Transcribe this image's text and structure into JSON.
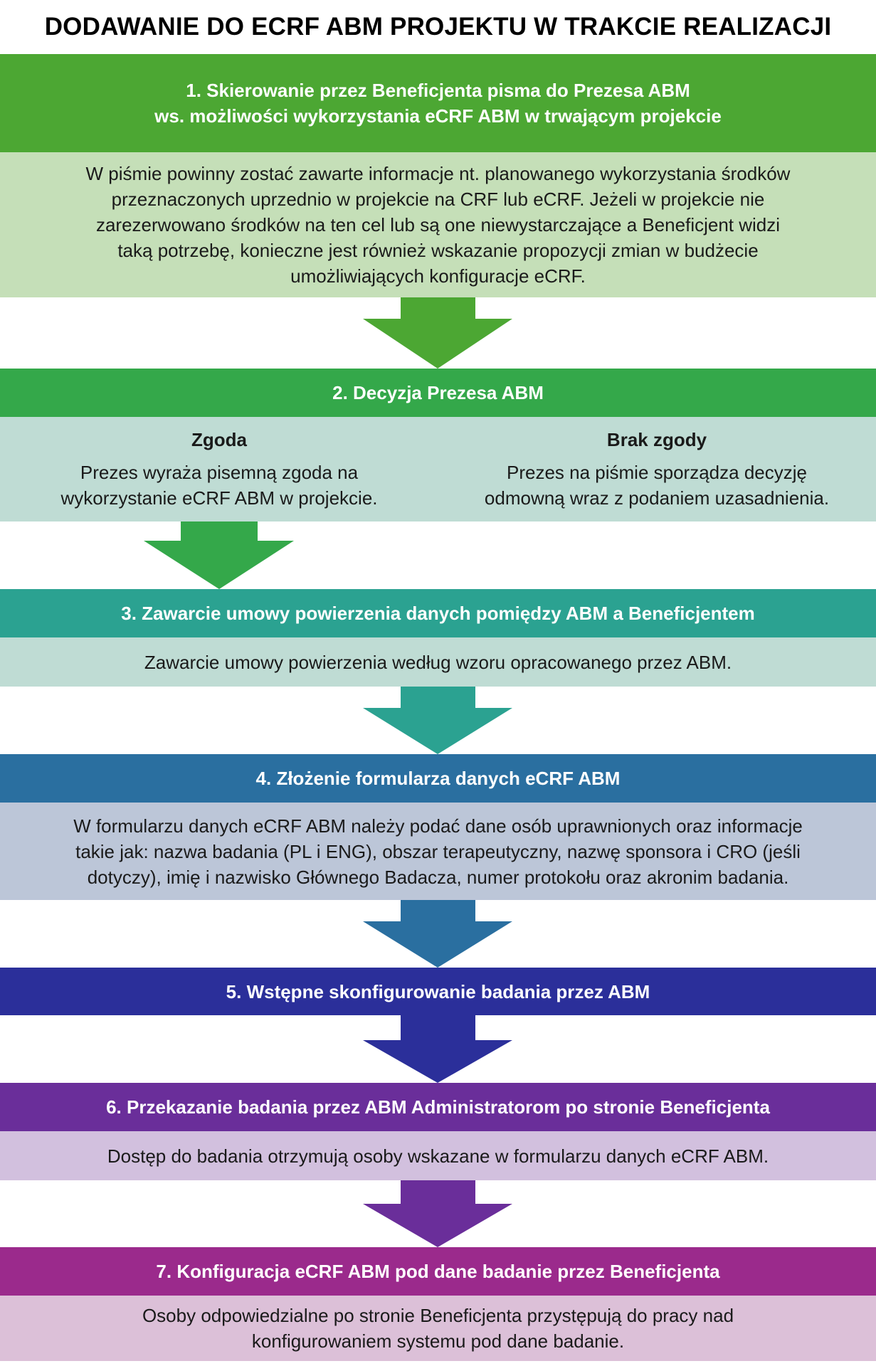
{
  "title": "DODAWANIE DO ECRF ABM PROJEKTU W TRAKCIE REALIZACJI",
  "colors": {
    "step1_head": "#4ca733",
    "step1_body": "#c5dfb8",
    "step2_head": "#34a84a",
    "step2_body": "#bfdcd4",
    "step3_head": "#2ba291",
    "step3_body": "#bfdcd4",
    "step4_head": "#2a6fa0",
    "step4_body": "#bcc6d8",
    "step5_head": "#2b2f9a",
    "step6_head": "#6a2e9a",
    "step6_body": "#d2c0de",
    "step7_head": "#9b2a8c",
    "step7_body": "#dcc0d8"
  },
  "steps": {
    "s1": {
      "head1": "1. Skierowanie przez Beneficjenta pisma do Prezesa ABM",
      "head2": "ws. możliwości wykorzystania eCRF ABM w trwającym projekcie",
      "body": [
        "W piśmie powinny zostać zawarte informacje nt. planowanego wykorzystania środków",
        "przeznaczonych uprzednio w projekcie na CRF lub eCRF. Jeżeli w projekcie nie",
        "zarezerwowano środków na ten cel lub są one niewystarczające a Beneficjent widzi",
        "taką potrzebę, konieczne jest również wskazanie propozycji zmian w budżecie",
        "umożliwiających konfiguracje eCRF."
      ]
    },
    "s2": {
      "head": "2. Decyzja Prezesa ABM",
      "left": {
        "title": "Zgoda",
        "l1": "Prezes wyraża pisemną zgoda na",
        "l2": "wykorzystanie eCRF ABM w projekcie."
      },
      "right": {
        "title": "Brak zgody",
        "l1": "Prezes na piśmie sporządza decyzję",
        "l2": "odmowną wraz z podaniem uzasadnienia."
      }
    },
    "s3": {
      "head": "3. Zawarcie umowy powierzenia danych pomiędzy ABM a Beneficjentem",
      "body": "Zawarcie umowy powierzenia według wzoru opracowanego przez ABM."
    },
    "s4": {
      "head": "4. Złożenie formularza danych eCRF ABM",
      "body": [
        "W formularzu danych eCRF ABM należy podać dane osób uprawnionych oraz informacje",
        "takie jak: nazwa badania (PL i ENG), obszar terapeutyczny, nazwę sponsora i CRO (jeśli",
        "dotyczy), imię i nazwisko Głównego Badacza, numer protokołu oraz akronim badania."
      ]
    },
    "s5": {
      "head": "5. Wstępne skonfigurowanie badania przez ABM"
    },
    "s6": {
      "head": "6. Przekazanie badania przez ABM Administratorom po stronie Beneficjenta",
      "body": "Dostęp do badania otrzymują osoby wskazane w formularzu danych eCRF ABM."
    },
    "s7": {
      "head": "7. Konfiguracja eCRF ABM pod dane badanie przez Beneficjenta",
      "body": [
        "Osoby odpowiedzialne po stronie Beneficjenta przystępują do pracy nad",
        "konfigurowaniem systemu pod dane badanie."
      ]
    }
  }
}
